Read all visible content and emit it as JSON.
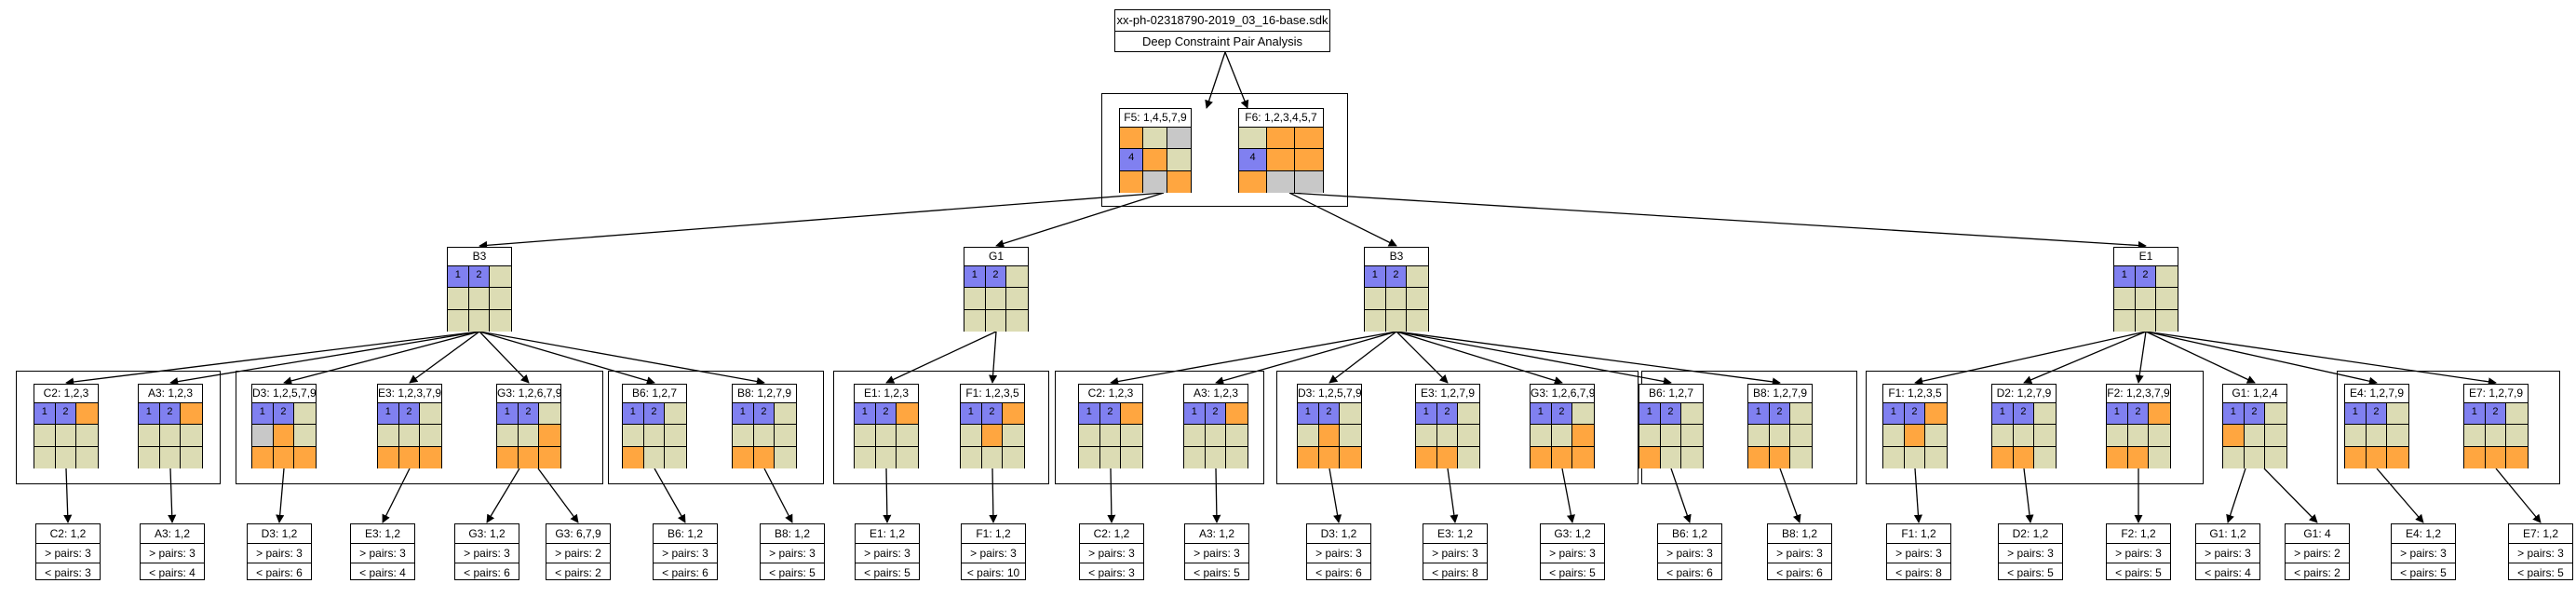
{
  "title": {
    "filename": "xx-ph-02318790-2019_03_16-base.sdk",
    "subtitle": "Deep Constraint Pair Analysis"
  },
  "colors": {
    "blue": "#8080f0",
    "orange": "#ffa640",
    "tan": "#dcdcb4",
    "gray": "#c8c8c8"
  },
  "top_grids": [
    {
      "label": "F5: 1,4,5,7,9",
      "cells": [
        "o",
        "t",
        "g",
        "b:4",
        "o",
        "t",
        "o",
        "g",
        "o"
      ]
    },
    {
      "label": "F6: 1,2,3,4,5,7",
      "cells": [
        "t",
        "o",
        "o",
        "b:4",
        "o",
        "o",
        "o",
        "g",
        "g"
      ]
    }
  ],
  "mid_grids": [
    {
      "label": "B3",
      "cells": [
        "b:1",
        "b:2",
        "t",
        "t",
        "t",
        "t",
        "t",
        "t",
        "t"
      ]
    },
    {
      "label": "G1",
      "cells": [
        "b:1",
        "b:2",
        "t",
        "t",
        "t",
        "t",
        "t",
        "t",
        "t"
      ]
    },
    {
      "label": "B3",
      "cells": [
        "b:1",
        "b:2",
        "t",
        "t",
        "t",
        "t",
        "t",
        "t",
        "t"
      ]
    },
    {
      "label": "E1",
      "cells": [
        "b:1",
        "b:2",
        "t",
        "t",
        "t",
        "t",
        "t",
        "t",
        "t"
      ]
    }
  ],
  "inner_grids": [
    {
      "label": "C2: 1,2,3",
      "cells": [
        "b:1",
        "b:2",
        "o",
        "t",
        "t",
        "t",
        "t",
        "t",
        "t"
      ]
    },
    {
      "label": "A3: 1,2,3",
      "cells": [
        "b:1",
        "b:2",
        "o",
        "t",
        "t",
        "t",
        "t",
        "t",
        "t"
      ]
    },
    {
      "label": "D3: 1,2,5,7,9",
      "cells": [
        "b:1",
        "b:2",
        "t",
        "g",
        "o",
        "t",
        "o",
        "o",
        "o"
      ]
    },
    {
      "label": "E3: 1,2,3,7,9",
      "cells": [
        "b:1",
        "b:2",
        "t",
        "t",
        "t",
        "t",
        "o",
        "o",
        "o"
      ]
    },
    {
      "label": "G3: 1,2,6,7,9",
      "cells": [
        "b:1",
        "b:2",
        "t",
        "t",
        "t",
        "o",
        "o",
        "o",
        "o"
      ]
    },
    {
      "label": "B6: 1,2,7",
      "cells": [
        "b:1",
        "b:2",
        "t",
        "t",
        "t",
        "t",
        "o",
        "t",
        "t"
      ]
    },
    {
      "label": "B8: 1,2,7,9",
      "cells": [
        "b:1",
        "b:2",
        "t",
        "t",
        "t",
        "t",
        "o",
        "o",
        "t"
      ]
    },
    {
      "label": "E1: 1,2,3",
      "cells": [
        "b:1",
        "b:2",
        "o",
        "t",
        "t",
        "t",
        "t",
        "t",
        "t"
      ]
    },
    {
      "label": "F1: 1,2,3,5",
      "cells": [
        "b:1",
        "b:2",
        "o",
        "t",
        "o",
        "t",
        "t",
        "t",
        "t"
      ]
    },
    {
      "label": "C2: 1,2,3",
      "cells": [
        "b:1",
        "b:2",
        "o",
        "t",
        "t",
        "t",
        "t",
        "t",
        "t"
      ]
    },
    {
      "label": "A3: 1,2,3",
      "cells": [
        "b:1",
        "b:2",
        "o",
        "t",
        "t",
        "t",
        "t",
        "t",
        "t"
      ]
    },
    {
      "label": "D3: 1,2,5,7,9",
      "cells": [
        "b:1",
        "b:2",
        "t",
        "t",
        "o",
        "t",
        "o",
        "o",
        "o"
      ]
    },
    {
      "label": "E3: 1,2,7,9",
      "cells": [
        "b:1",
        "b:2",
        "t",
        "t",
        "t",
        "t",
        "o",
        "o",
        "t"
      ]
    },
    {
      "label": "G3: 1,2,6,7,9",
      "cells": [
        "b:1",
        "b:2",
        "t",
        "t",
        "t",
        "o",
        "o",
        "o",
        "o"
      ]
    },
    {
      "label": "B6: 1,2,7",
      "cells": [
        "b:1",
        "b:2",
        "t",
        "t",
        "t",
        "t",
        "o",
        "t",
        "t"
      ]
    },
    {
      "label": "B8: 1,2,7,9",
      "cells": [
        "b:1",
        "b:2",
        "t",
        "t",
        "t",
        "t",
        "o",
        "o",
        "t"
      ]
    },
    {
      "label": "F1: 1,2,3,5",
      "cells": [
        "b:1",
        "b:2",
        "o",
        "t",
        "o",
        "t",
        "t",
        "t",
        "t"
      ]
    },
    {
      "label": "D2: 1,2,7,9",
      "cells": [
        "b:1",
        "b:2",
        "t",
        "t",
        "t",
        "t",
        "o",
        "o",
        "t"
      ]
    },
    {
      "label": "F2: 1,2,3,7,9",
      "cells": [
        "b:1",
        "b:2",
        "o",
        "t",
        "t",
        "t",
        "o",
        "o",
        "t"
      ]
    },
    {
      "label": "G1: 1,2,4",
      "cells": [
        "b:1",
        "b:2",
        "t",
        "o",
        "t",
        "t",
        "t",
        "t",
        "t"
      ]
    },
    {
      "label": "E4: 1,2,7,9",
      "cells": [
        "b:1",
        "b:2",
        "t",
        "t",
        "t",
        "t",
        "o",
        "o",
        "o"
      ]
    },
    {
      "label": "E7: 1,2,7,9",
      "cells": [
        "b:1",
        "b:2",
        "t",
        "t",
        "t",
        "t",
        "o",
        "o",
        "o"
      ]
    }
  ],
  "leaves": [
    {
      "label": "C2: 1,2",
      "gt": "> pairs: 3",
      "lt": "< pairs: 3"
    },
    {
      "label": "A3: 1,2",
      "gt": "> pairs: 3",
      "lt": "< pairs: 4"
    },
    {
      "label": "D3: 1,2",
      "gt": "> pairs: 3",
      "lt": "< pairs: 6"
    },
    {
      "label": "E3: 1,2",
      "gt": "> pairs: 3",
      "lt": "< pairs: 4"
    },
    {
      "label": "G3: 1,2",
      "gt": "> pairs: 3",
      "lt": "< pairs: 6"
    },
    {
      "label": "G3: 6,7,9",
      "gt": "> pairs: 2",
      "lt": "< pairs: 2"
    },
    {
      "label": "B6: 1,2",
      "gt": "> pairs: 3",
      "lt": "< pairs: 6"
    },
    {
      "label": "B8: 1,2",
      "gt": "> pairs: 3",
      "lt": "< pairs: 5"
    },
    {
      "label": "E1: 1,2",
      "gt": "> pairs: 3",
      "lt": "< pairs: 5"
    },
    {
      "label": "F1: 1,2",
      "gt": "> pairs: 3",
      "lt": "< pairs: 10"
    },
    {
      "label": "C2: 1,2",
      "gt": "> pairs: 3",
      "lt": "< pairs: 3"
    },
    {
      "label": "A3: 1,2",
      "gt": "> pairs: 3",
      "lt": "< pairs: 5"
    },
    {
      "label": "D3: 1,2",
      "gt": "> pairs: 3",
      "lt": "< pairs: 6"
    },
    {
      "label": "E3: 1,2",
      "gt": "> pairs: 3",
      "lt": "< pairs: 8"
    },
    {
      "label": "G3: 1,2",
      "gt": "> pairs: 3",
      "lt": "< pairs: 5"
    },
    {
      "label": "B6: 1,2",
      "gt": "> pairs: 3",
      "lt": "< pairs: 6"
    },
    {
      "label": "B8: 1,2",
      "gt": "> pairs: 3",
      "lt": "< pairs: 6"
    },
    {
      "label": "F1: 1,2",
      "gt": "> pairs: 3",
      "lt": "< pairs: 8"
    },
    {
      "label": "D2: 1,2",
      "gt": "> pairs: 3",
      "lt": "< pairs: 5"
    },
    {
      "label": "F2: 1,2",
      "gt": "> pairs: 3",
      "lt": "< pairs: 5"
    },
    {
      "label": "G1: 1,2",
      "gt": "> pairs: 3",
      "lt": "< pairs: 4"
    },
    {
      "label": "G1: 4",
      "gt": "> pairs: 2",
      "lt": "< pairs: 2"
    },
    {
      "label": "E4: 1,2",
      "gt": "> pairs: 3",
      "lt": "< pairs: 5"
    },
    {
      "label": "E7: 1,2",
      "gt": "> pairs: 3",
      "lt": "< pairs: 5"
    }
  ]
}
